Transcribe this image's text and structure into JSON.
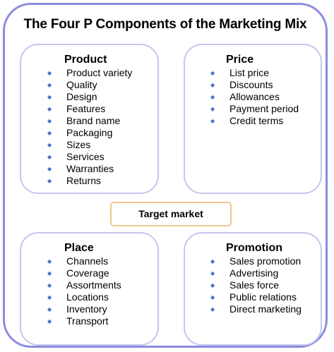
{
  "title": "The Four P Components of the Marketing Mix",
  "target_market": "Target market",
  "bullet_glyph": "◆",
  "colors": {
    "outer_border": "#8c8ce0",
    "panel_border": "#c6c6ee",
    "target_border": "#f2c88c",
    "bullet": "#4a6cc7"
  },
  "panels": {
    "product": {
      "title": "Product",
      "items": [
        "Product variety",
        "Quality",
        "Design",
        "Features",
        "Brand name",
        "Packaging",
        "Sizes",
        "Services",
        "Warranties",
        "Returns"
      ]
    },
    "price": {
      "title": "Price",
      "items": [
        "List price",
        "Discounts",
        "Allowances",
        "Payment period",
        "Credit terms"
      ]
    },
    "place": {
      "title": "Place",
      "items": [
        "Channels",
        "Coverage",
        "Assortments",
        "Locations",
        "Inventory",
        "Transport"
      ]
    },
    "promotion": {
      "title": "Promotion",
      "items": [
        "Sales promotion",
        "Advertising",
        "Sales force",
        "Public relations",
        "Direct marketing"
      ]
    }
  }
}
